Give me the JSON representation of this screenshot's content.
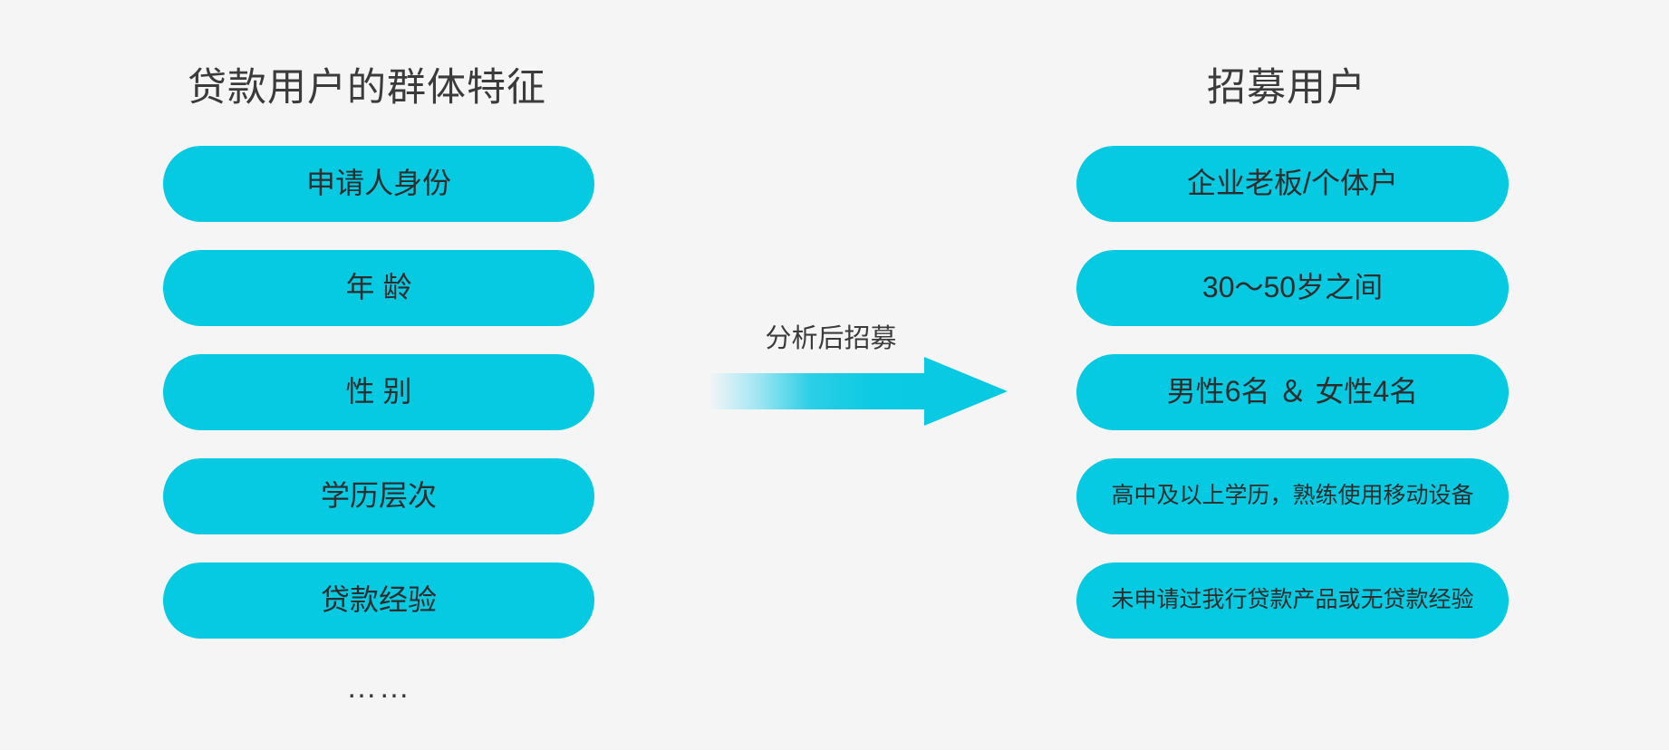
{
  "background_color": "#f5f5f5",
  "accent_color": "#06c9e2",
  "text_color": "#3b3b3b",
  "left_column": {
    "title": "贷款用户的群体特征",
    "items": [
      {
        "label": "申请人身份"
      },
      {
        "label": "年 龄"
      },
      {
        "label": "性 别"
      },
      {
        "label": "学历层次"
      },
      {
        "label": "贷款经验"
      }
    ],
    "more_indicator": "……"
  },
  "connector": {
    "label": "分析后招募",
    "icon": "arrow-right-icon",
    "gradient_from": "#f5f5f5",
    "gradient_to": "#06c9e2"
  },
  "right_column": {
    "title": "招募用户",
    "items": [
      {
        "label": "企业老板/个体户",
        "size": "normal"
      },
      {
        "label": "30～50岁之间",
        "size": "normal"
      },
      {
        "label": "男性6名 ＆ 女性4名",
        "size": "normal"
      },
      {
        "label": "高中及以上学历，熟练使用移动设备",
        "size": "small"
      },
      {
        "label": "未申请过我行贷款产品或无贷款经验",
        "size": "small"
      }
    ]
  }
}
